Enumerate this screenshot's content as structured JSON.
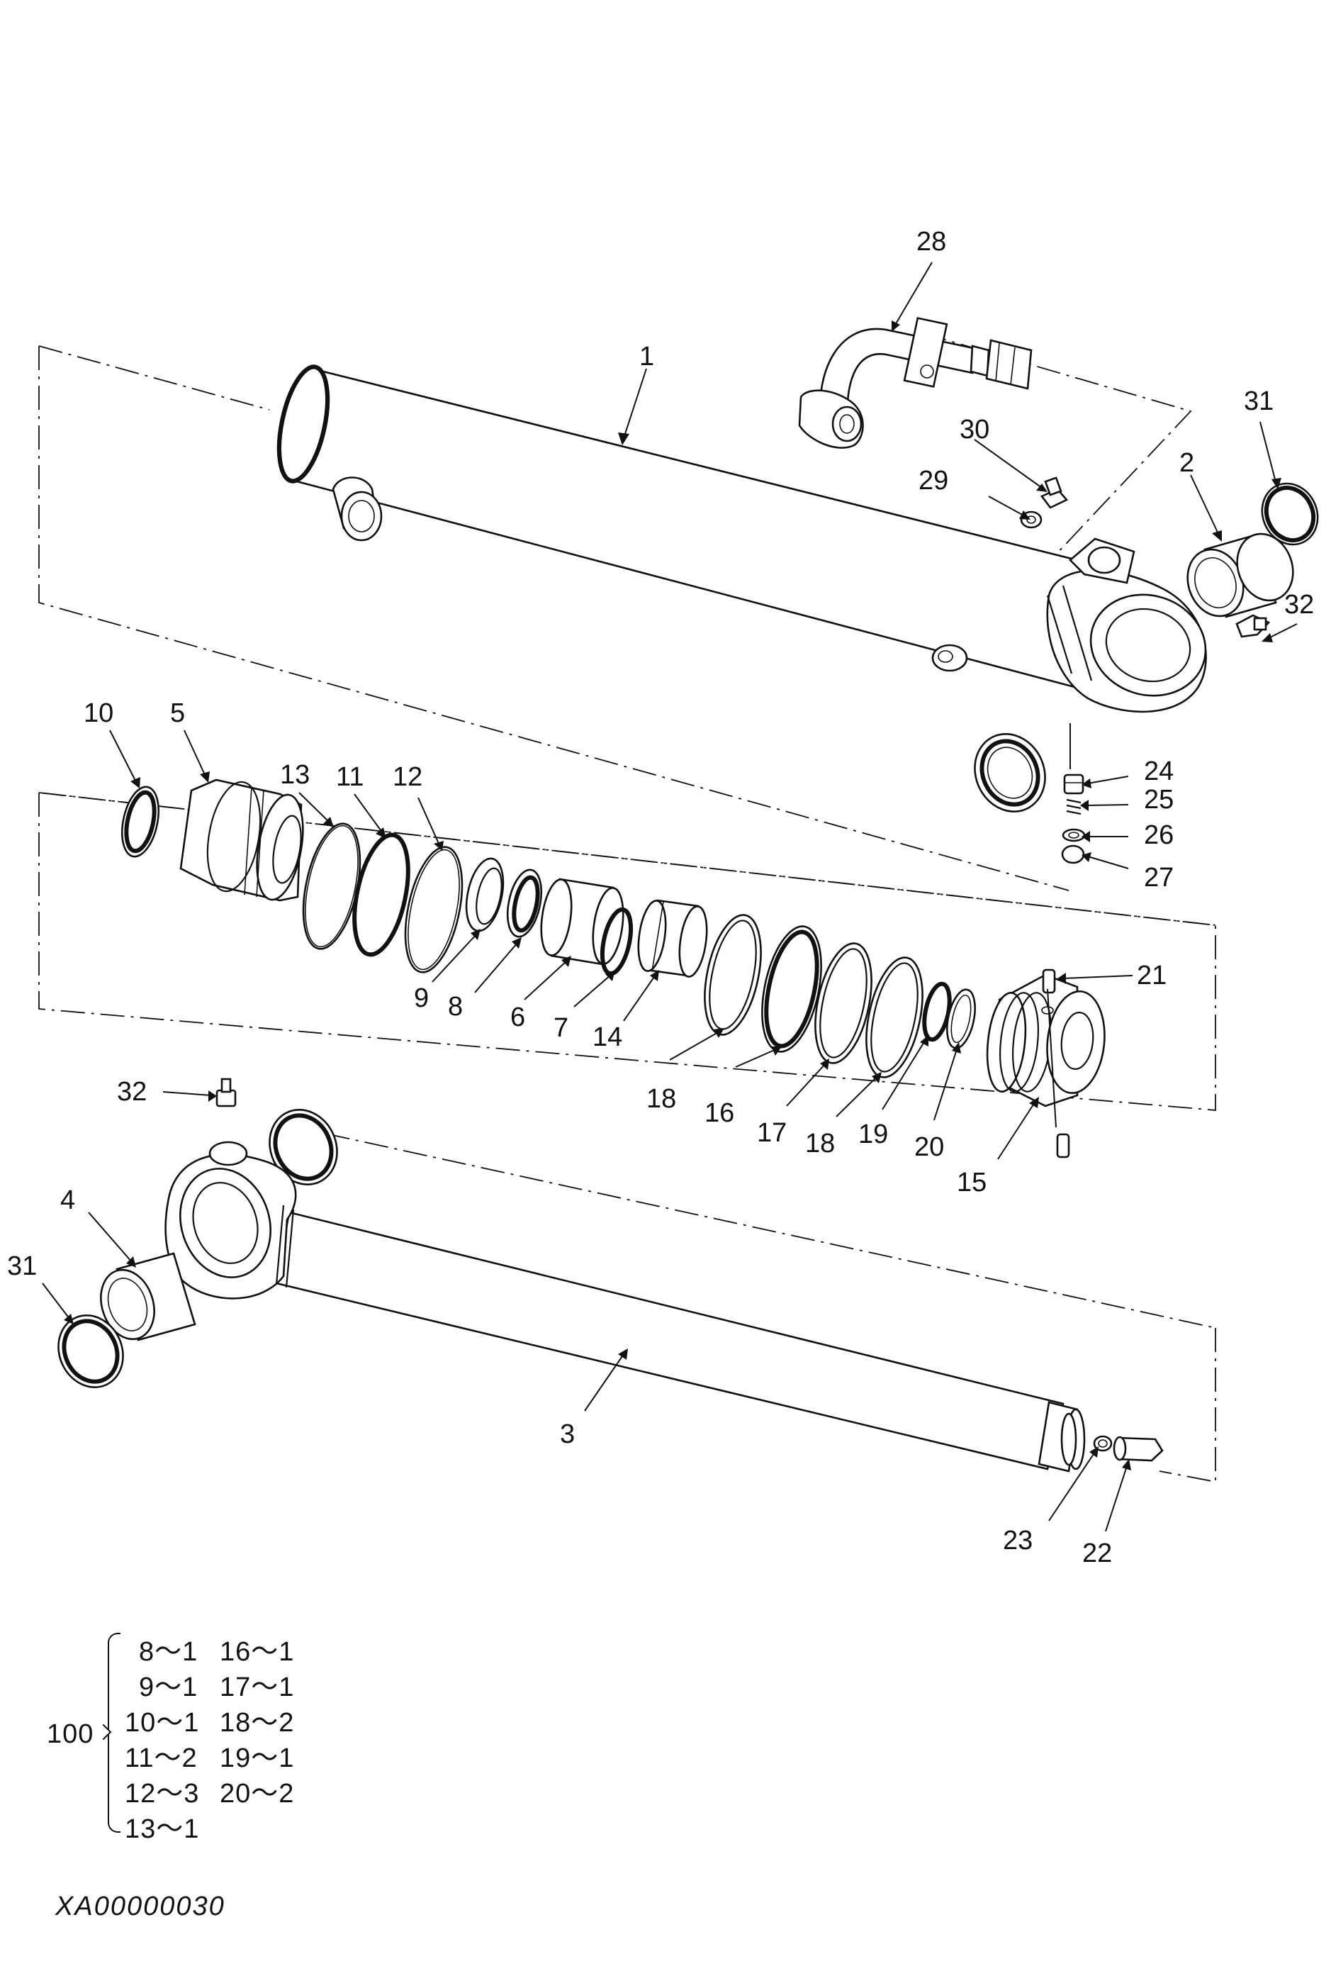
{
  "callouts": {
    "c1": "1",
    "c2": "2",
    "c3": "3",
    "c4": "4",
    "c5": "5",
    "c6": "6",
    "c7": "7",
    "c8": "8",
    "c9": "9",
    "c10": "10",
    "c11": "11",
    "c12": "12",
    "c13": "13",
    "c14": "14",
    "c15": "15",
    "c16": "16",
    "c17": "17",
    "c18a": "18",
    "c18b": "18",
    "c19": "19",
    "c20": "20",
    "c21": "21",
    "c22": "22",
    "c23": "23",
    "c24": "24",
    "c25": "25",
    "c26": "26",
    "c27": "27",
    "c28": "28",
    "c29": "29",
    "c30": "30",
    "c31a": "31",
    "c31b": "31",
    "c32a": "32",
    "c32b": "32"
  },
  "kit": {
    "number": "100",
    "col1": [
      "8～1",
      "9～1",
      "10～1",
      "11～2",
      "12～3",
      "13～1"
    ],
    "col2": [
      "16～1",
      "17～1",
      "18～2",
      "19～1",
      "20～2"
    ]
  },
  "drawing_code": "XA00000030"
}
